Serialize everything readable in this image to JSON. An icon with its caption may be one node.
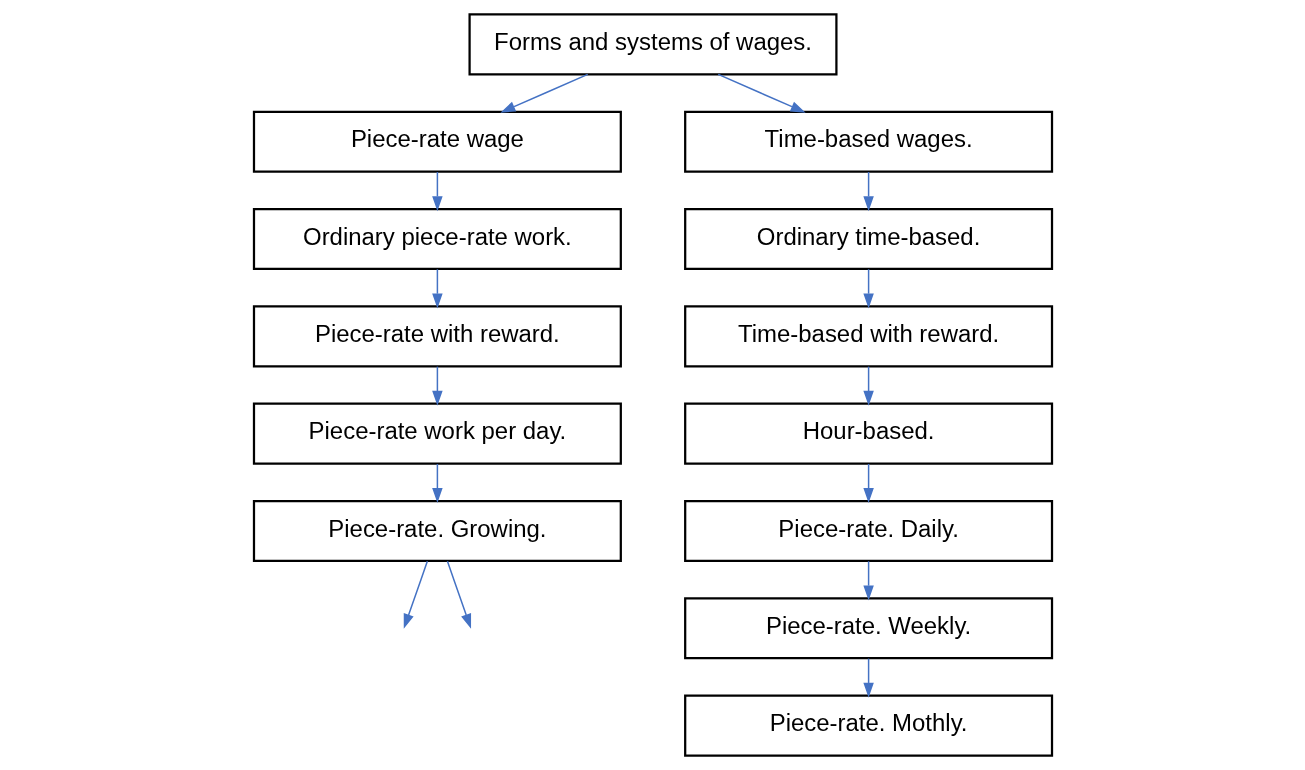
{
  "diagram": {
    "nodes": [
      {
        "text": [
          "Forms and systems of wages."
        ]
      },
      {
        "text": [
          "Piece-rate wage"
        ]
      },
      {
        "text": [
          "Ordinary piece-rate work."
        ]
      },
      {
        "text": [
          "Piece-rate with reward."
        ]
      },
      {
        "text": [
          "Piece-rate work per day."
        ]
      },
      {
        "text": [
          "Piece-rate. Growing."
        ]
      },
      {
        "text": [
          "Time-based wages."
        ]
      },
      {
        "text": [
          "Ordinary time-based."
        ]
      },
      {
        "text": [
          "Time-based with reward."
        ]
      },
      {
        "text": [
          "Hour-based."
        ]
      },
      {
        "text": [
          "Piece-rate. Daily."
        ]
      },
      {
        "text": [
          "Piece-rate. Weekly."
        ]
      },
      {
        "text": [
          "Piece-rate. Mothly."
        ]
      }
    ],
    "edges": [
      {
        "from": 0,
        "to": 1,
        "arrow": "to"
      },
      {
        "from": 0,
        "to": 6,
        "arrow": "to"
      },
      {
        "from": 1,
        "to": 2,
        "arrow": "to"
      },
      {
        "from": 2,
        "to": 3,
        "arrow": "to"
      },
      {
        "from": 3,
        "to": 4,
        "arrow": "to"
      },
      {
        "from": 4,
        "to": 5,
        "arrow": "to"
      },
      {
        "from": 5,
        "to": null,
        "arrow": "to"
      },
      {
        "from": 5,
        "to": null,
        "arrow": "to"
      },
      {
        "from": 6,
        "to": 7,
        "arrow": "to"
      },
      {
        "from": 7,
        "to": 8,
        "arrow": "to"
      },
      {
        "from": 8,
        "to": 9,
        "arrow": "to"
      },
      {
        "from": 9,
        "to": 10,
        "arrow": "to"
      },
      {
        "from": 10,
        "to": 11,
        "arrow": "to"
      },
      {
        "from": 11,
        "to": 12,
        "arrow": "to"
      }
    ]
  }
}
